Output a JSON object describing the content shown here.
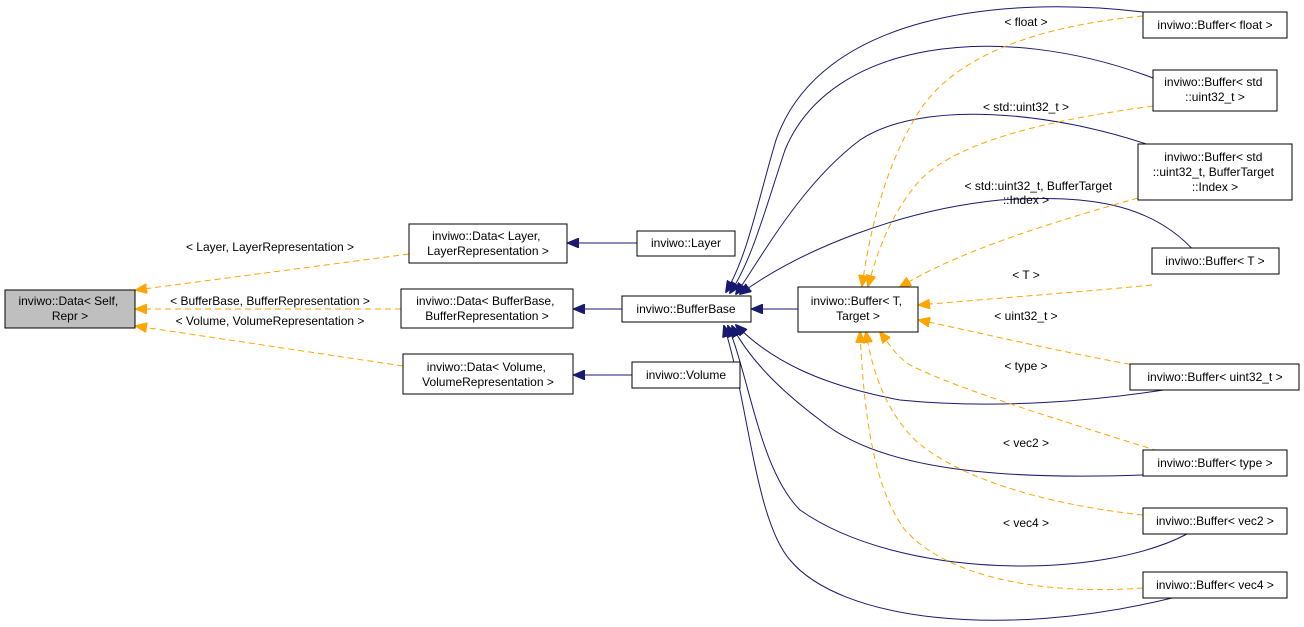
{
  "nodes": {
    "data_self_repr": [
      "inviwo::Data< Self,",
      "Repr >"
    ],
    "data_layer": [
      "inviwo::Data< Layer,",
      "LayerRepresentation >"
    ],
    "data_bufferbase": [
      "inviwo::Data< BufferBase,",
      "BufferRepresentation >"
    ],
    "data_volume": [
      "inviwo::Data< Volume,",
      "VolumeRepresentation >"
    ],
    "layer": [
      "inviwo::Layer"
    ],
    "bufferbase": [
      "inviwo::BufferBase"
    ],
    "volume": [
      "inviwo::Volume"
    ],
    "buffer_t_target": [
      "inviwo::Buffer< T,",
      "Target >"
    ],
    "buffer_float": [
      "inviwo::Buffer< float >"
    ],
    "buffer_std_uint32": [
      "inviwo::Buffer< std",
      "::uint32_t >"
    ],
    "buffer_std_uint32_index": [
      "inviwo::Buffer< std",
      "::uint32_t, BufferTarget",
      "::Index >"
    ],
    "buffer_T": [
      "inviwo::Buffer< T >"
    ],
    "buffer_uint32": [
      "inviwo::Buffer< uint32_t >"
    ],
    "buffer_type": [
      "inviwo::Buffer< type >"
    ],
    "buffer_vec2": [
      "inviwo::Buffer< vec2 >"
    ],
    "buffer_vec4": [
      "inviwo::Buffer< vec4 >"
    ]
  },
  "edge_labels": {
    "layer": [
      "< Layer, LayerRepresentation >"
    ],
    "bufferbase": [
      "< BufferBase, BufferRepresentation >"
    ],
    "volume": [
      "< Volume, VolumeRepresentation >"
    ],
    "float": [
      "< float >"
    ],
    "std_uint32": [
      "< std::uint32_t >"
    ],
    "std_uint32_index": [
      "< std::uint32_t, BufferTarget",
      "::Index >"
    ],
    "T": [
      "< T >"
    ],
    "uint32": [
      "< uint32_t >"
    ],
    "type": [
      "< type >"
    ],
    "vec2": [
      "< vec2 >"
    ],
    "vec4": [
      "< vec4 >"
    ]
  },
  "colors": {
    "inheritance_edge": "#191970",
    "template_edge": "#ffa500",
    "root_fill": "#bfbfbf"
  }
}
